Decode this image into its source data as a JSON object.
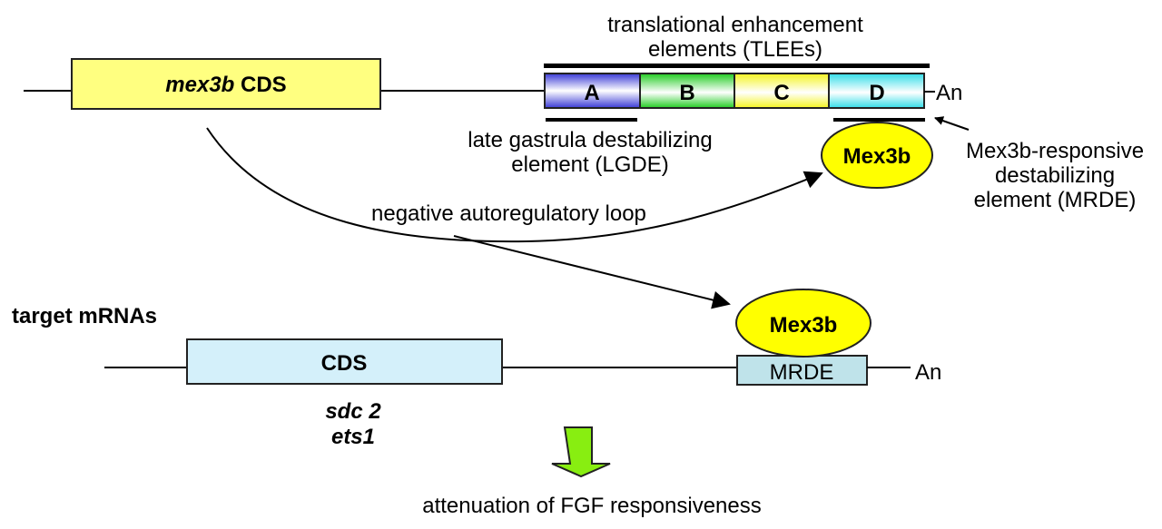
{
  "mex3b_gene": {
    "cds_italic": "mex3b",
    "cds_suffix": " CDS",
    "tlee_title_line1": "translational enhancement",
    "tlee_title_line2": "elements (TLEEs)",
    "segments": [
      {
        "label": "A",
        "color": "#3c3cd8"
      },
      {
        "label": "B",
        "color": "#22cc22"
      },
      {
        "label": "C",
        "color": "#f0f020"
      },
      {
        "label": "D",
        "color": "#33dde8"
      }
    ],
    "polyA": "An",
    "lgde_line1": "late gastrula destabilizing",
    "lgde_line2": "element (LGDE)",
    "mrde_line1": "Mex3b-responsive",
    "mrde_line2": "destabilizing",
    "mrde_line3": "element (MRDE)",
    "protein_label": "Mex3b"
  },
  "loop_label": "negative autoregulatory loop",
  "target": {
    "heading": "target mRNAs",
    "cds_label": "CDS",
    "genes": [
      "sdc 2",
      "ets1"
    ],
    "protein_label": "Mex3b",
    "mrde_label": "MRDE",
    "polyA": "An"
  },
  "outcome": "attenuation of FGF responsiveness",
  "colors": {
    "mex3b_cds_fill": "#ffff80",
    "protein_fill": "#ffff00",
    "target_cds_fill": "#d4f0fa",
    "mrde_fill": "#bfe3ea",
    "outcome_arrow": "#88ee11"
  }
}
